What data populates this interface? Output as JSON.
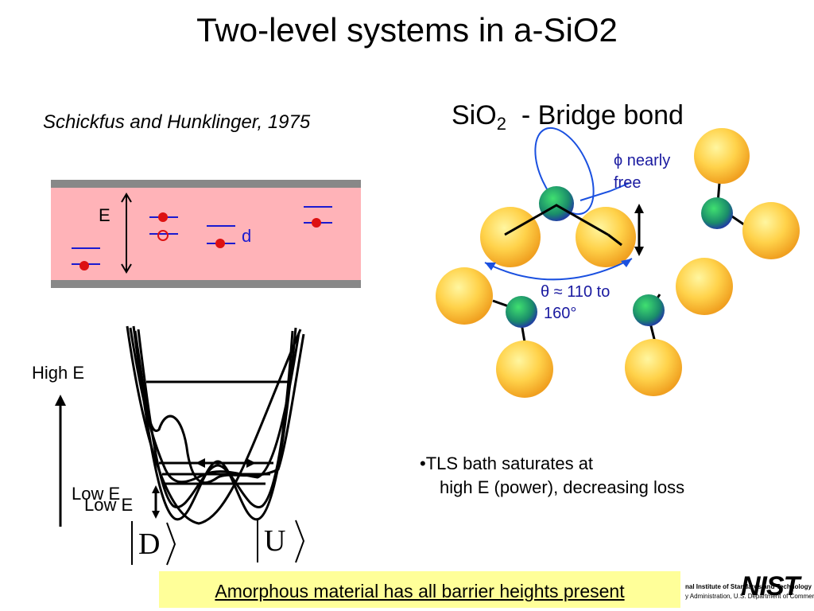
{
  "slide": {
    "title": "Two-level systems in a-SiO2",
    "citation": "Schickfus and Hunklinger, 1975",
    "sio2_heading": {
      "prefix": "SiO",
      "subscript": "2",
      "suffix": "  - Bridge bond"
    },
    "energy_box": {
      "e_label": "E",
      "d_label": "d"
    },
    "molecule": {
      "phi_label": "ϕ nearly",
      "free_label": "free",
      "theta_label": "θ ≈ 110 to",
      "theta_range": "160°"
    },
    "bullet": {
      "marker": "•",
      "line1": "TLS bath saturates at",
      "line2": "high E (power), decreasing loss"
    },
    "potential": {
      "high_e_label": "High E",
      "low_e_label": "Low E",
      "state_d": "D",
      "state_u": "U"
    },
    "banner": "Amorphous material has all barrier heights present",
    "footer": {
      "logo": "NIST",
      "org_line": "nal Institute of Standards and Technology",
      "dept_line": "y Administration, U.S. Department of Commerce"
    }
  },
  "colors": {
    "box_fill": "#ffb3b8",
    "box_border": "#888888",
    "electron_red": "#dd1111",
    "level_blue": "#1a1ad0",
    "oxygen_yellow": "#ffd24a",
    "silicon_green": "#1a8c6a",
    "banner_yellow": "#ffff99"
  }
}
